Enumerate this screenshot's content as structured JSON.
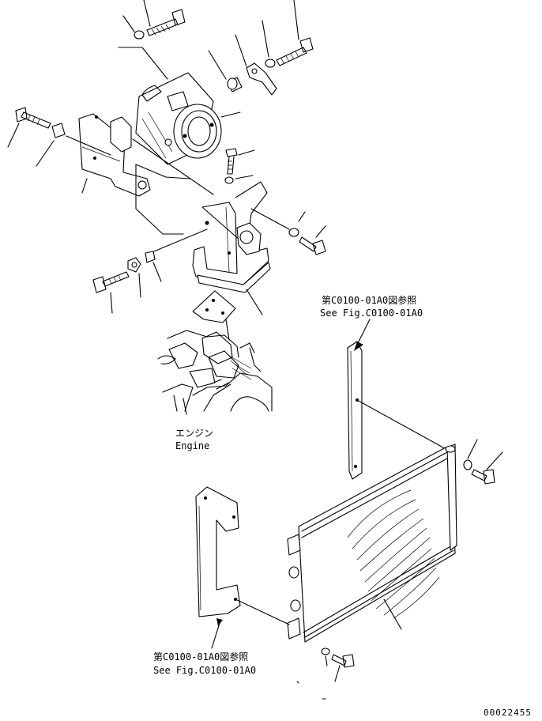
{
  "labels": {
    "ref_top_jp": "第C0100-01A0図参照",
    "ref_top_en": "See Fig.C0100-01A0",
    "engine_jp": "エンジン",
    "engine_en": "Engine",
    "ref_bottom_jp": "第C0100-01A0図参照",
    "ref_bottom_en": "See Fig.C0100-01A0",
    "drawing_number": "00022455"
  },
  "colors": {
    "ink": "#000000",
    "paper": "#ffffff"
  },
  "icons": [
    "compressor-drawing",
    "bracket-drawing",
    "condenser-drawing",
    "bolt-drawing",
    "washer-drawing",
    "engine-drawing"
  ]
}
